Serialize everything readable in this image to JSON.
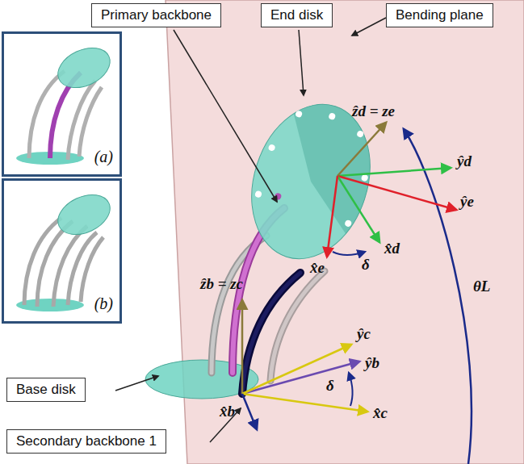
{
  "diagram": {
    "nodes": [
      {
        "text": [
          "Primary backbone"
        ]
      },
      {
        "text": [
          "End disk"
        ]
      },
      {
        "text": [
          "Bending plane"
        ]
      },
      {
        "text": [
          "(a)"
        ]
      },
      {
        "text": [
          "(b)"
        ]
      },
      {
        "text": [
          "Base disk"
        ]
      },
      {
        "text": [
          "Secondary backbone 1"
        ]
      }
    ],
    "labels": [
      "ẑd = ze",
      "ŷd",
      "ŷe",
      "ẑb = zc",
      "x̂e",
      "δ",
      "x̂d",
      "θL",
      "ŷc",
      "ŷb",
      "x̂b",
      "δ",
      "x̂c"
    ]
  }
}
